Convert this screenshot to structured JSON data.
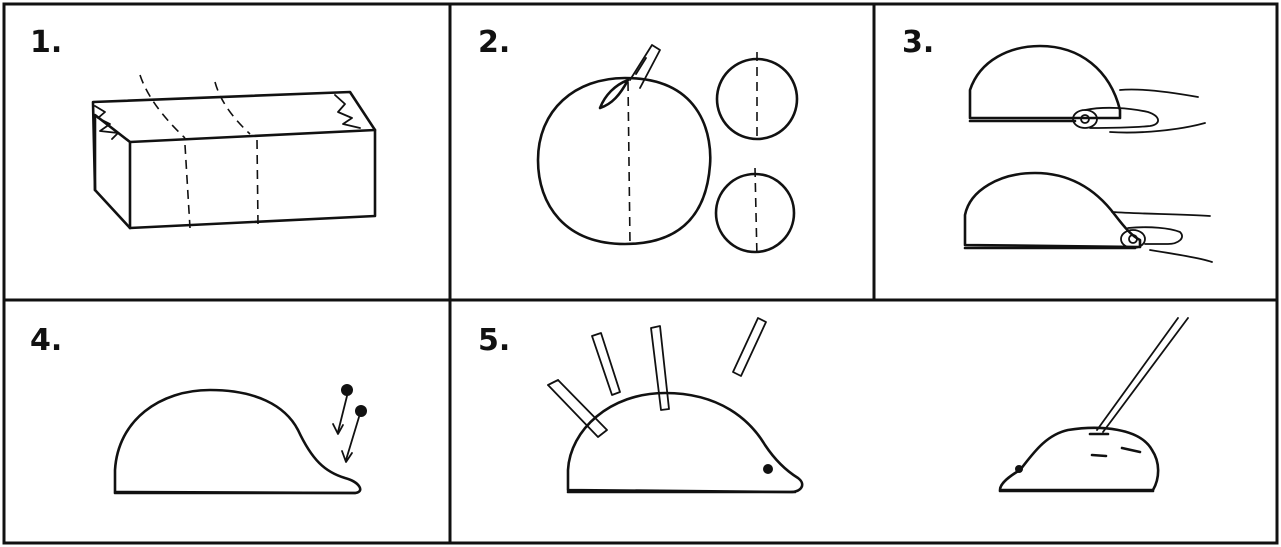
{
  "steps": [
    {
      "label": "1."
    },
    {
      "label": "2."
    },
    {
      "label": "3."
    },
    {
      "label": "4."
    },
    {
      "label": "5."
    }
  ]
}
